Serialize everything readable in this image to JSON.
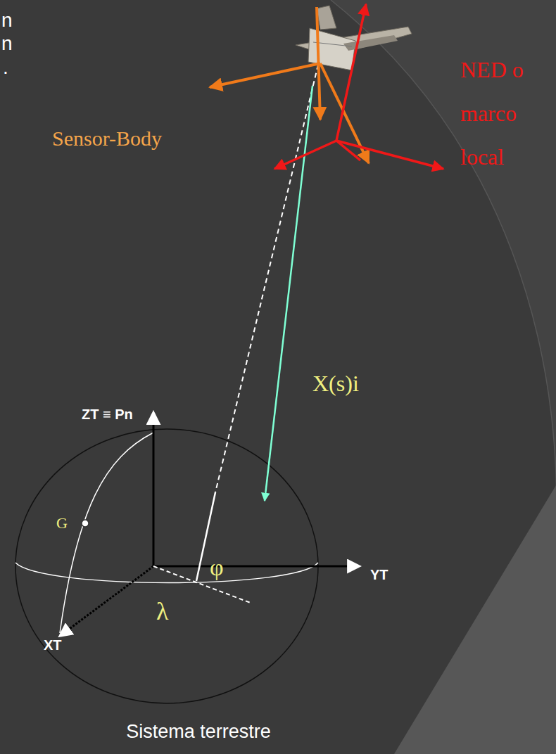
{
  "diagram": {
    "caption": "Sistema terrestre",
    "labels": [
      "n",
      "n",
      ".",
      "Sensor-Body",
      "NED o marco local",
      "X(s)i",
      "ZT ≡ Pn",
      "G",
      "φ",
      "λ",
      "YT",
      "XT"
    ]
  }
}
